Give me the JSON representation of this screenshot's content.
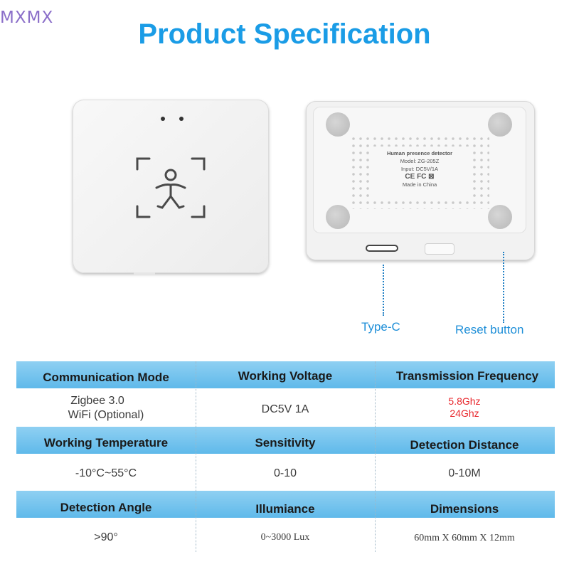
{
  "watermark": "MXMX",
  "title": "Product Specification",
  "device_label": {
    "line1": "Human presence detector",
    "line2": "Model: ZG-205Z",
    "line3": "Input:  DC5V/1A",
    "line4": "CE  FC  ⊠",
    "line5": "Made in China"
  },
  "callouts": {
    "typec": "Type-C",
    "reset": "Reset button"
  },
  "colors": {
    "title": "#1a9ce6",
    "header_band": "#6cc0ec",
    "frequency_red": "#e8262b",
    "callout_blue": "#1f8fd8"
  },
  "specs": [
    {
      "headers": [
        "Communication Mode",
        "Working Voltage",
        "Transmission Frequency"
      ],
      "values": [
        [
          "Zigbee 3.0",
          "WiFi (Optional)"
        ],
        [
          "DC5V 1A"
        ],
        [
          "5.8Ghz",
          "24Ghz"
        ]
      ]
    },
    {
      "headers": [
        "Working Temperature",
        "Sensitivity",
        "Detection Distance"
      ],
      "values": [
        [
          "-10°C~55°C"
        ],
        [
          "0-10"
        ],
        [
          "0-10M"
        ]
      ]
    },
    {
      "headers": [
        "Detection Angle",
        "Illumiance",
        "Dimensions"
      ],
      "values": [
        [
          ">90°"
        ],
        [
          "0~3000 Lux"
        ],
        [
          "60mm X 60mm X 12mm"
        ]
      ]
    }
  ]
}
